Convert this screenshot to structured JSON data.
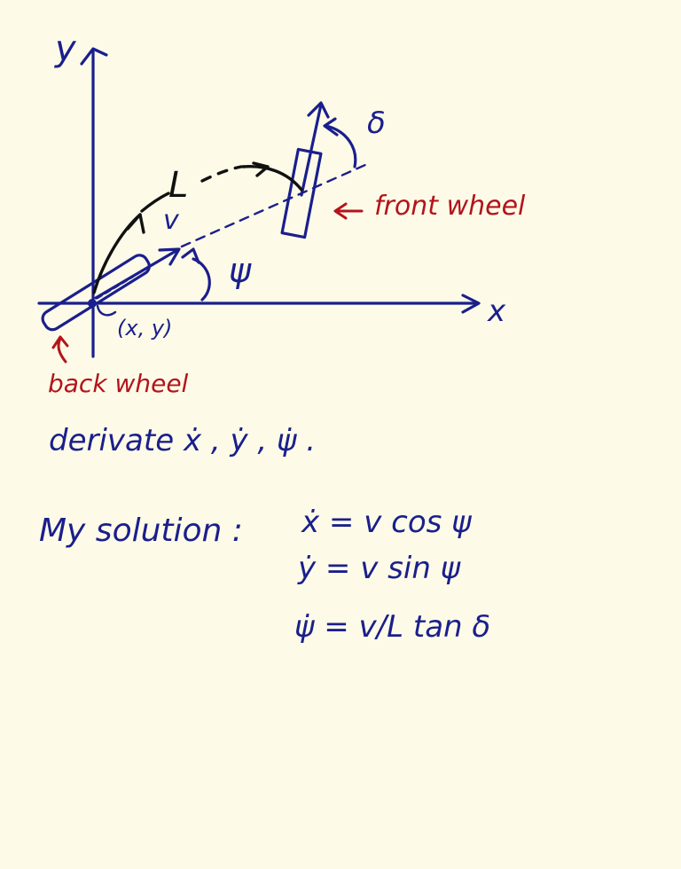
{
  "labels": {
    "y_axis": "y",
    "x_axis": "x",
    "delta": "δ",
    "length": "L",
    "velocity": "v",
    "psi": "ψ",
    "origin_point": "(x, y)",
    "front_wheel": "front wheel",
    "back_wheel": "back wheel"
  },
  "task": {
    "text": "derivate ẋ , ẏ , ψ̇ ."
  },
  "solution": {
    "heading": "My solution :",
    "equations": [
      "ẋ = v cos ψ",
      "ẏ = v sin ψ",
      "ψ̇ = v/L tan δ"
    ]
  },
  "colors": {
    "background": "#fdfbe8",
    "blue_ink": "#1a1f8c",
    "red_ink": "#b3141b",
    "black_ink": "#111111"
  }
}
